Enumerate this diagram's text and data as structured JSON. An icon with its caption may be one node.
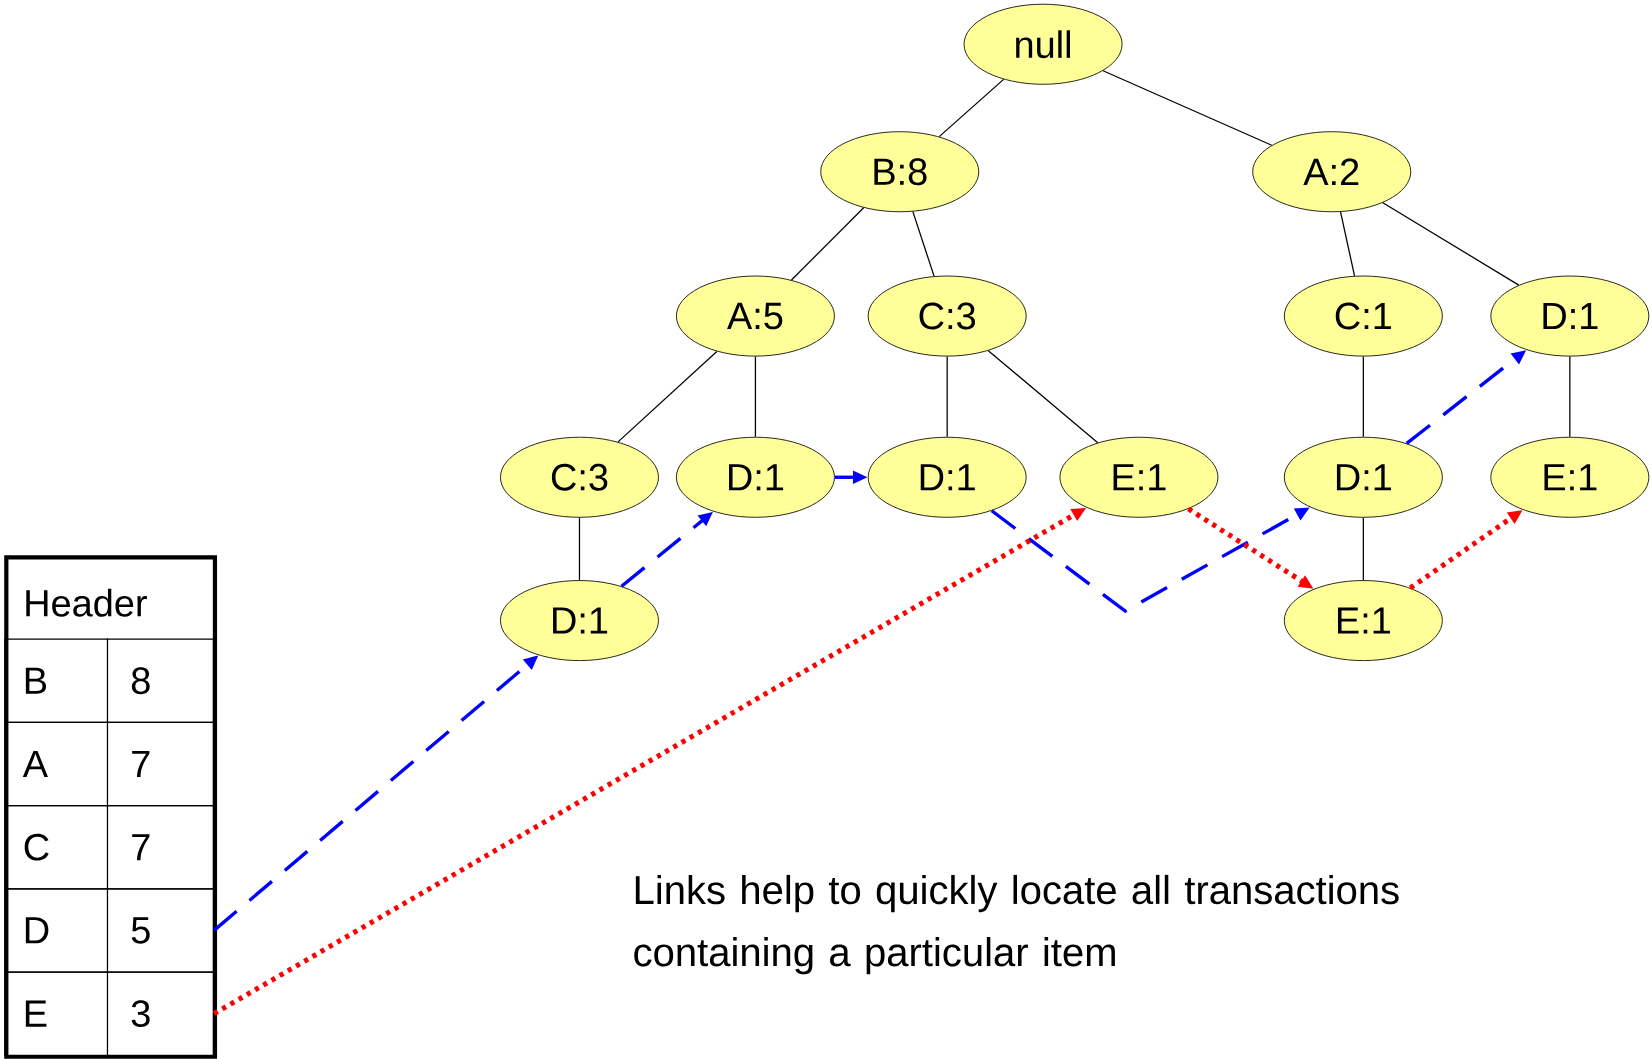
{
  "diagram": {
    "nodes": [
      {
        "text": [
          "null"
        ]
      },
      {
        "text": [
          "B:8"
        ]
      },
      {
        "text": [
          "A:2"
        ]
      },
      {
        "text": [
          "A:5"
        ]
      },
      {
        "text": [
          "C:3"
        ]
      },
      {
        "text": [
          "C:1"
        ]
      },
      {
        "text": [
          "D:1"
        ]
      },
      {
        "text": [
          "C:3"
        ]
      },
      {
        "text": [
          "D:1"
        ]
      },
      {
        "text": [
          "D:1"
        ]
      },
      {
        "text": [
          "E:1"
        ]
      },
      {
        "text": [
          "D:1"
        ]
      },
      {
        "text": [
          "E:1"
        ]
      },
      {
        "text": [
          "D:1"
        ]
      },
      {
        "text": [
          "E:1"
        ]
      },
      {
        "text": [
          "Header"
        ]
      },
      {
        "text": [
          "B",
          "8"
        ],
        "in": 15
      },
      {
        "text": [
          "A",
          "7"
        ],
        "in": 15
      },
      {
        "text": [
          "C",
          "7"
        ],
        "in": 15
      },
      {
        "text": [
          "D",
          "5"
        ],
        "in": 15
      },
      {
        "text": [
          "E",
          "3"
        ],
        "in": 15
      }
    ],
    "edges": [
      {
        "from": 0,
        "to": 1,
        "arrow": "none"
      },
      {
        "from": 0,
        "to": 2,
        "arrow": "none"
      },
      {
        "from": 1,
        "to": 3,
        "arrow": "none"
      },
      {
        "from": 1,
        "to": 4,
        "arrow": "none"
      },
      {
        "from": 2,
        "to": 5,
        "arrow": "none"
      },
      {
        "from": 2,
        "to": 6,
        "arrow": "none"
      },
      {
        "from": 3,
        "to": 7,
        "arrow": "none"
      },
      {
        "from": 3,
        "to": 8,
        "arrow": "none"
      },
      {
        "from": 4,
        "to": 9,
        "arrow": "none"
      },
      {
        "from": 4,
        "to": 10,
        "arrow": "none"
      },
      {
        "from": 5,
        "to": 11,
        "arrow": "none"
      },
      {
        "from": 6,
        "to": 12,
        "arrow": "none"
      },
      {
        "from": 7,
        "to": 13,
        "arrow": "none"
      },
      {
        "from": 11,
        "to": 14,
        "arrow": "none"
      },
      {
        "from": 19,
        "to": 13,
        "arrow": "to",
        "style": "dashed",
        "color": "#0000ff"
      },
      {
        "from": 13,
        "to": 8,
        "arrow": "to",
        "style": "dashed",
        "color": "#0000ff"
      },
      {
        "from": 8,
        "to": 9,
        "arrow": "to",
        "style": "dashed",
        "color": "#0000ff"
      },
      {
        "from": 9,
        "to": 11,
        "arrow": "to",
        "style": "dashed",
        "color": "#0000ff"
      },
      {
        "from": 11,
        "to": 6,
        "arrow": "to",
        "style": "dashed",
        "color": "#0000ff"
      },
      {
        "from": 20,
        "to": 10,
        "arrow": "to",
        "style": "dashed",
        "color": "#ff0000"
      },
      {
        "from": 10,
        "to": 14,
        "arrow": "to",
        "style": "dashed",
        "color": "#ff0000"
      },
      {
        "from": 14,
        "to": 12,
        "arrow": "to",
        "style": "dashed",
        "color": "#ff0000"
      }
    ],
    "labels": [
      "Links help to quickly locate all transactions containing a particular item"
    ]
  }
}
